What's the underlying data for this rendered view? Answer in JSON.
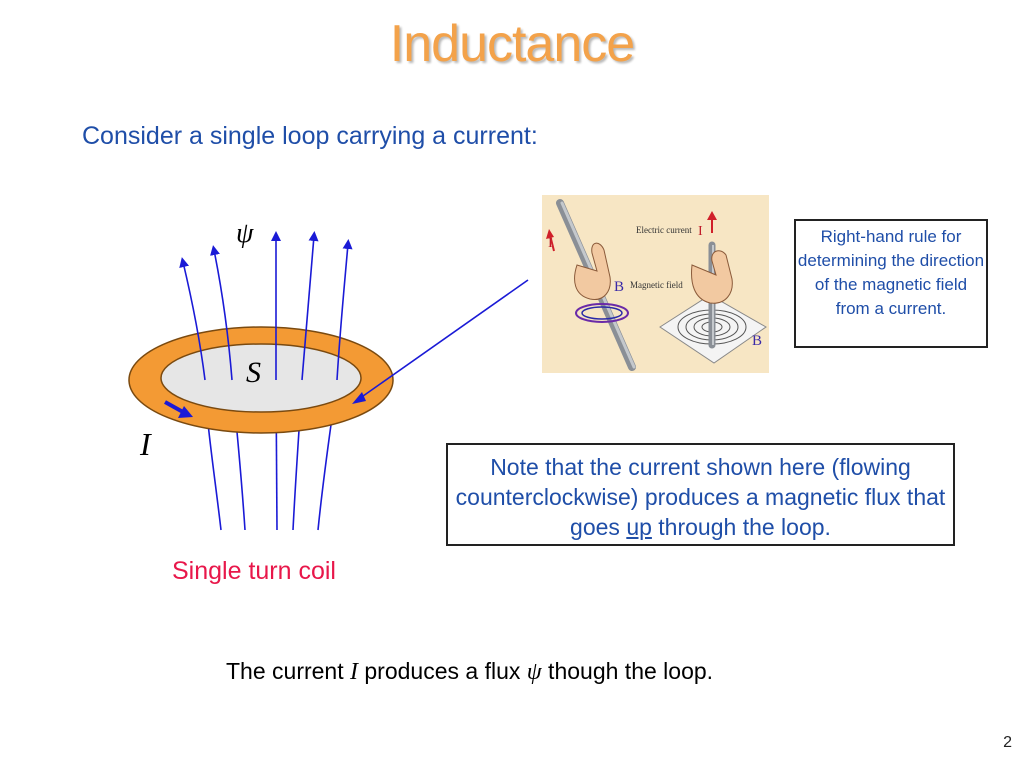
{
  "slide": {
    "title": "Inductance",
    "intro": "Consider a single loop carrying a current:",
    "page_number": "2"
  },
  "diagram": {
    "flux_symbol": "ψ",
    "surface_label": "S",
    "current_label": "I",
    "coil_caption": "Single turn coil"
  },
  "photo": {
    "electric_current_label": "Electric current",
    "current_label_left": "I",
    "current_label_right": "I",
    "magnetic_field_label": "Magnetic field",
    "b_label_left": "B",
    "b_label_right": "B"
  },
  "rhr_box": {
    "text": "Right-hand rule for determining the direction of the magnetic field from a current."
  },
  "note_box": {
    "text_before": "Note that the current shown here (flowing counterclockwise) produces a magnetic flux that goes ",
    "underlined": "up",
    "text_after": " through the loop."
  },
  "bottom": {
    "before": "The current ",
    "current_symbol": "I",
    "middle": " produces a flux ",
    "flux_symbol": "ψ",
    "after": " though the loop."
  },
  "colors": {
    "title": "#f3a24a",
    "body_text": "#1f4ea8",
    "caption": "#e8174a",
    "ring": "#f39a34",
    "field_lines": "#1a1ad6"
  }
}
